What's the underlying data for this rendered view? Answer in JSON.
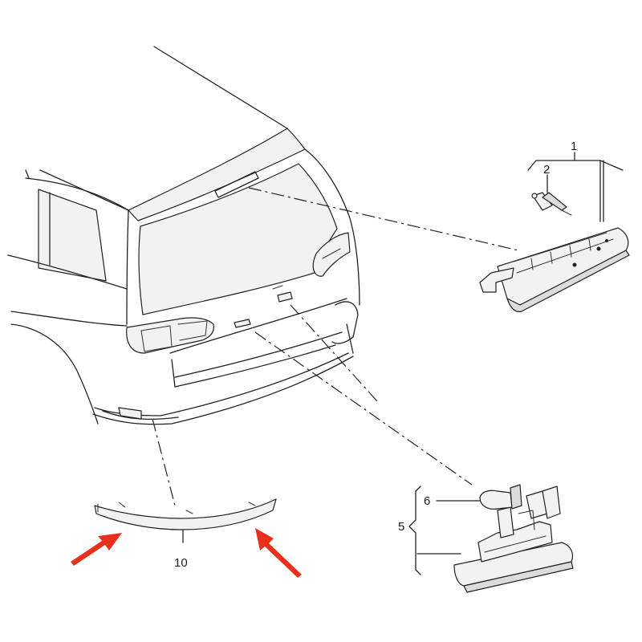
{
  "callouts": {
    "c1": "1",
    "c2": "2",
    "c5": "5",
    "c6": "6",
    "c10": "10"
  },
  "colors": {
    "line": "#222222",
    "arrow": "#e8301c",
    "background": "#ffffff"
  }
}
